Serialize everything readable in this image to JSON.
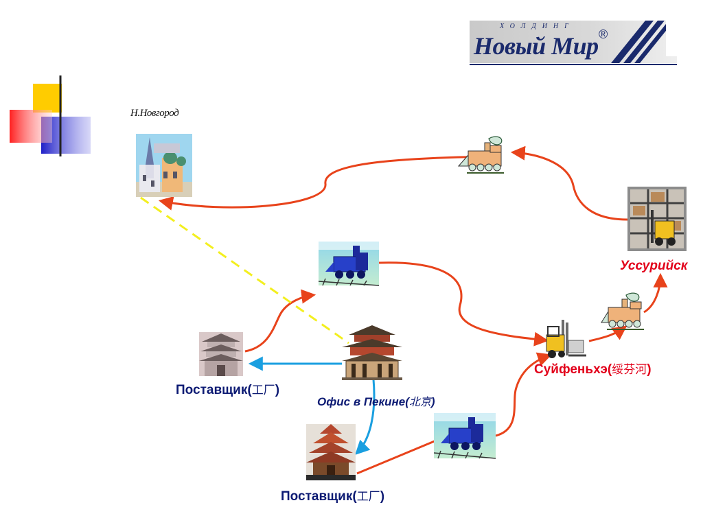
{
  "logo": {
    "caps": "ХОЛДИНГ",
    "wordmark": "Новый Мир",
    "reg": "®"
  },
  "cities": {
    "nnovgorod": "Н.Новгород",
    "ussuriysk": "Уссурийск",
    "suifenhe_ru": "Суйфеньхэ(",
    "suifenhe_cn": "绥芬河",
    "suifenhe_close": ")"
  },
  "suppliers": {
    "top": {
      "ru": "Поставщик(",
      "cn": "工厂",
      "close": ")"
    },
    "bottom": {
      "ru": "Поставщик(",
      "cn": "工厂",
      "close": ")"
    }
  },
  "office": {
    "ru": "Офис в  Пекине(",
    "cn": "北京",
    "close": ")"
  },
  "colors": {
    "route": "#e8431b",
    "internal": "#1a9fe0",
    "dashed": "#f3ef1f",
    "label_red": "#e2001a",
    "label_blue": "#0c1a73"
  },
  "icons": [
    "train-icon",
    "steam-train-icon",
    "church-icon",
    "pagoda-icon",
    "warehouse-forklift-icon",
    "forklift-icon"
  ]
}
